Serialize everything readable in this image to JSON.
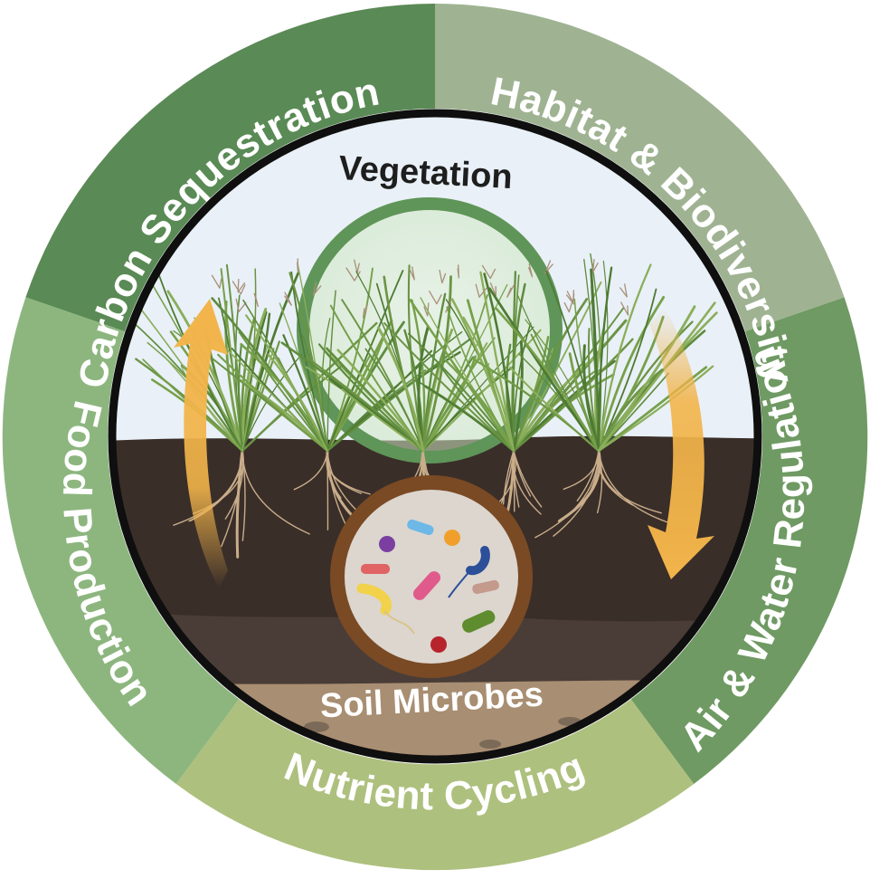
{
  "segments": [
    {
      "label": "Carbon Sequestration",
      "color": "#5a8a55"
    },
    {
      "label": "Habitat & Biodiversity",
      "color": "#9fb392"
    },
    {
      "label": "Air & Water Regulation",
      "color": "#6f9a63"
    },
    {
      "label": "Nutrient Cycling",
      "color": "#aec07e"
    },
    {
      "label": "Food Production",
      "color": "#8db67f"
    }
  ],
  "center": {
    "top_label": "Vegetation",
    "bottom_label": "Soil Microbes"
  },
  "colors": {
    "sky": "#e9f0f7",
    "soil_dark": "#3a2e29",
    "soil_mid": "#4a3d37",
    "soil_sand": "#a88e72",
    "arrow": "#f2b44a",
    "loop": "#5f9558",
    "grass": "#5f8c3e",
    "root": "#c9ad8a"
  },
  "icons": [
    "grass-tuft-icon",
    "root-system-icon",
    "bacteria-icon",
    "cycle-arrow-icon"
  ]
}
